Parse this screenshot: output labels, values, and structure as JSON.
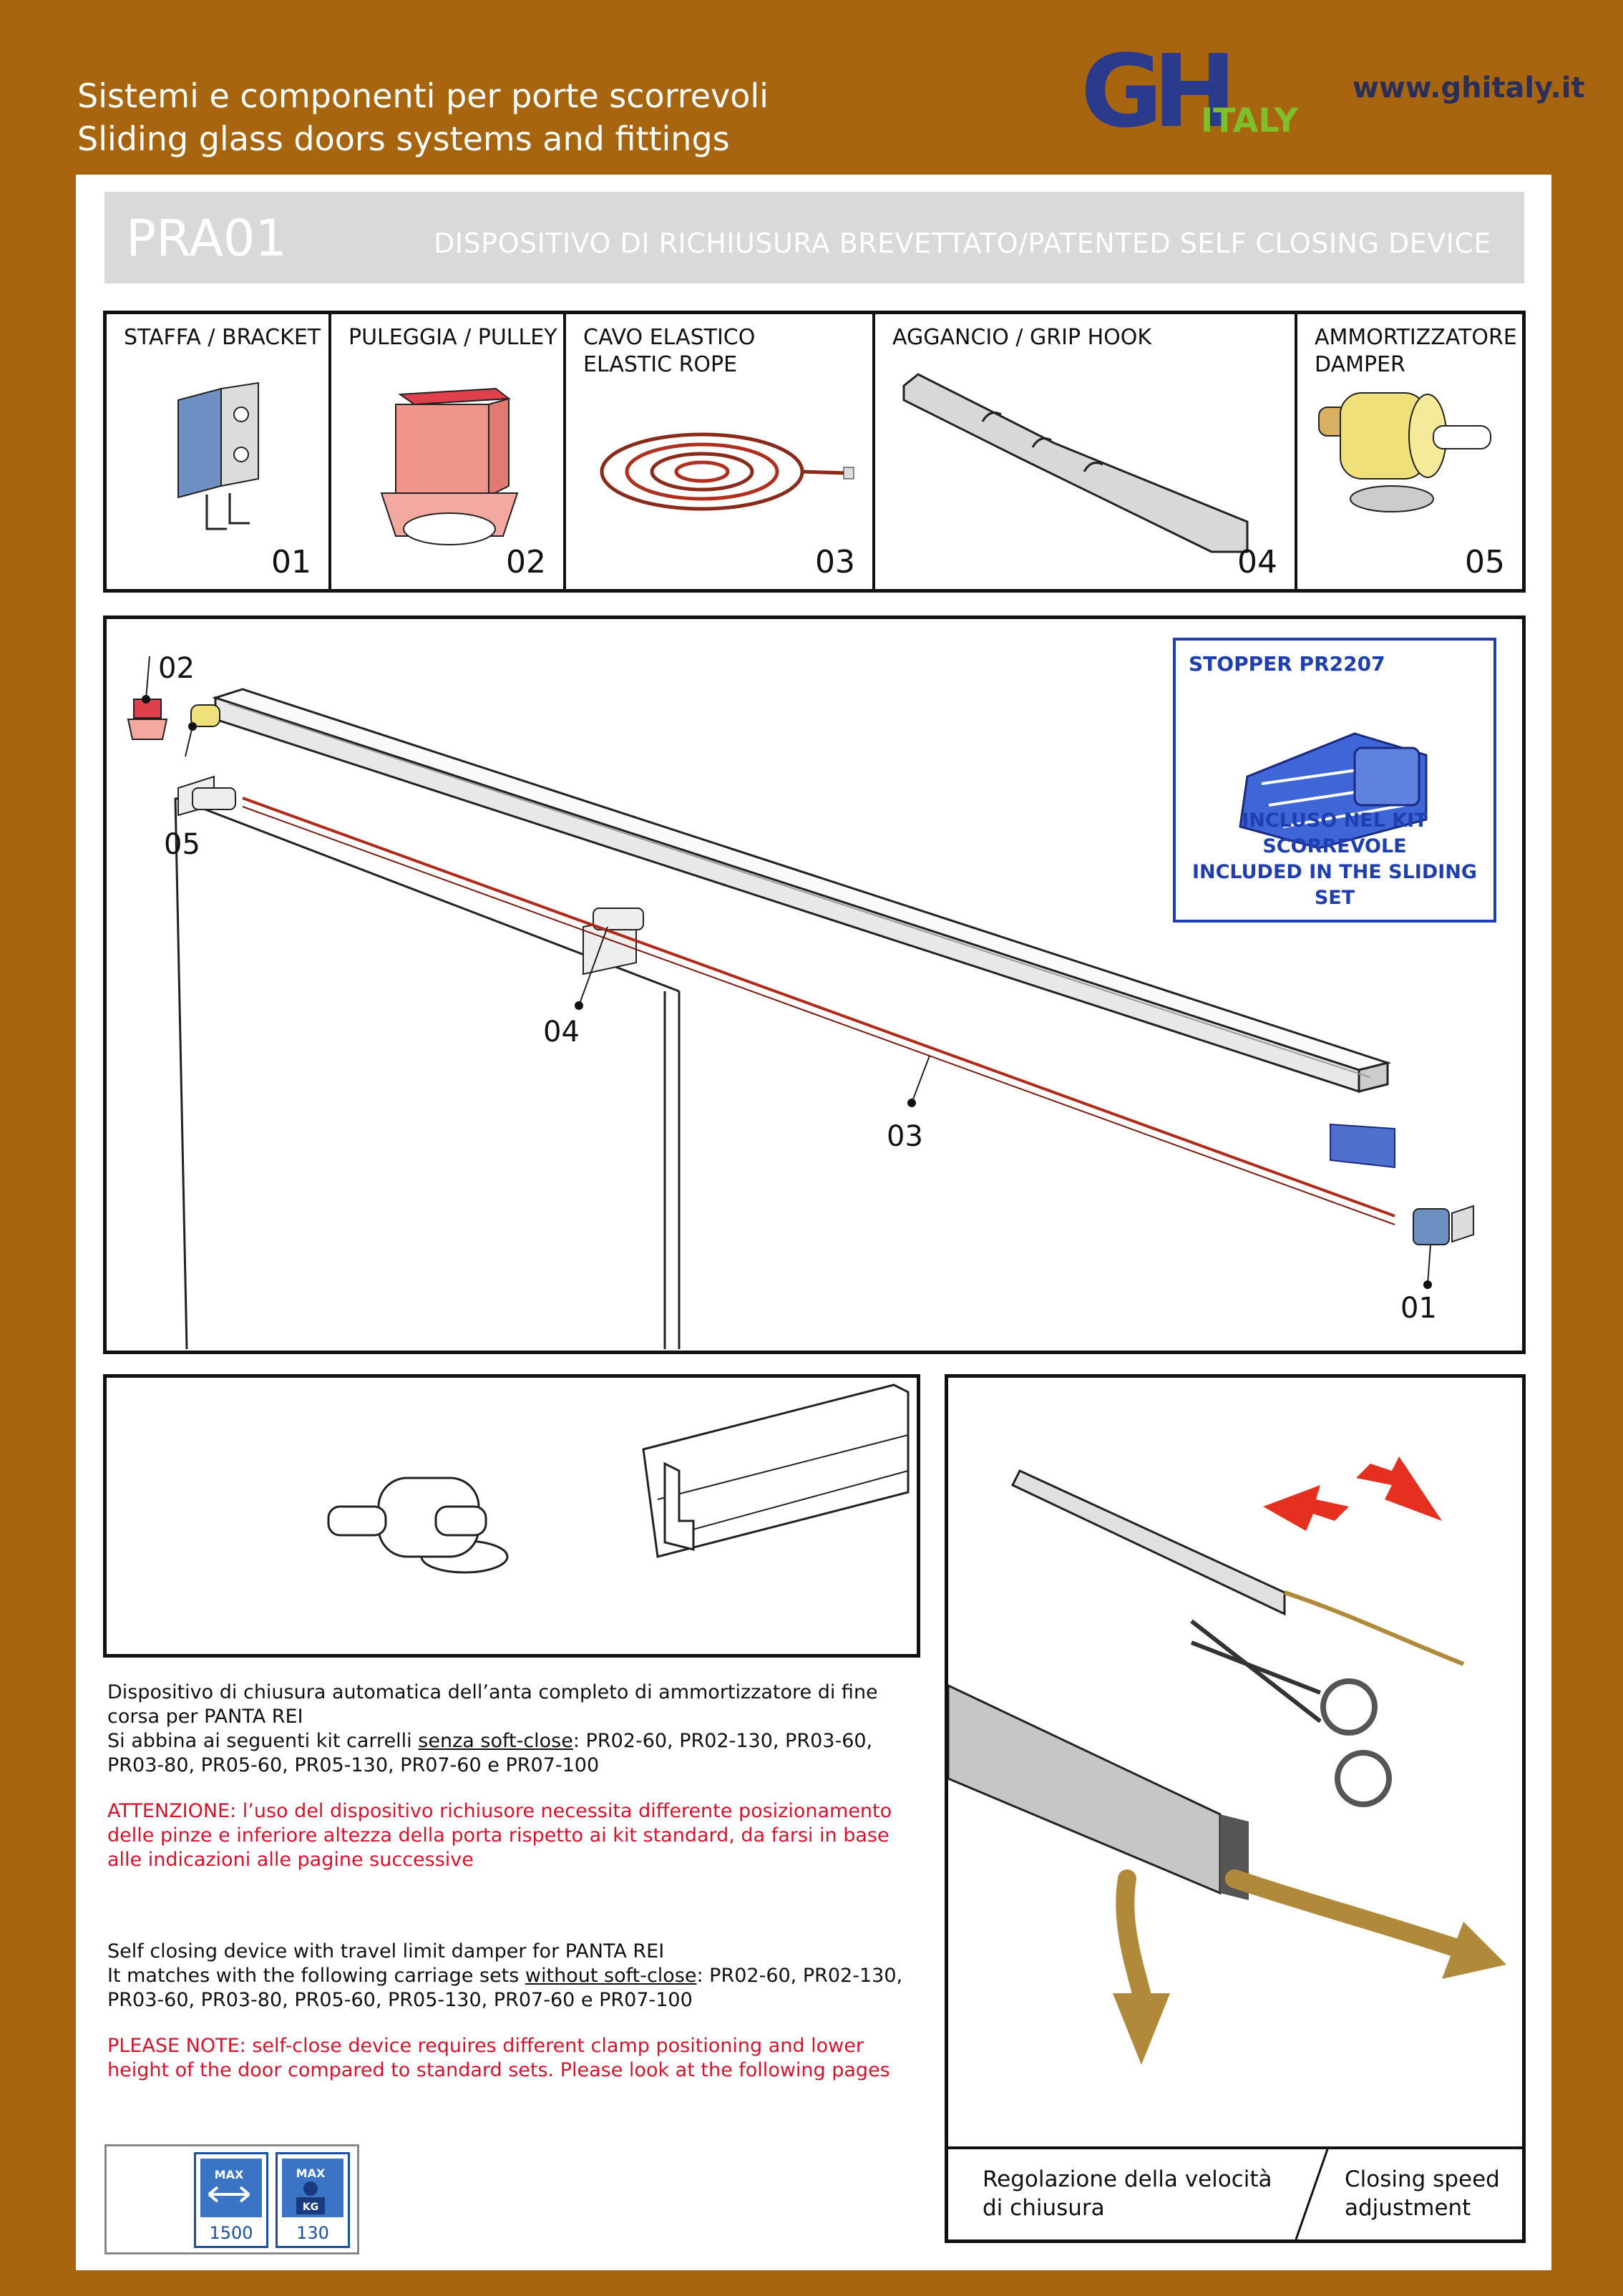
{
  "header": {
    "tagline_it": "Sistemi e componenti per porte scorrevoli",
    "tagline_en": "Sliding glass doors systems and fittings",
    "logo_text": "GHITALY",
    "website": "www.ghitaly.it"
  },
  "title": {
    "code": "PRA01",
    "description": "DISPOSITIVO DI RICHIUSURA BREVETTATO/PATENTED SELF CLOSING DEVICE"
  },
  "parts": [
    {
      "label": "STAFFA / BRACKET",
      "number": "01"
    },
    {
      "label": "PULEGGIA / PULLEY",
      "number": "02"
    },
    {
      "label": "CAVO ELASTICO\nELASTIC ROPE",
      "number": "03"
    },
    {
      "label": "AGGANCIO / GRIP HOOK",
      "number": "04"
    },
    {
      "label": "AMMORTIZZATORE\nDAMPER",
      "number": "05"
    }
  ],
  "assembly": {
    "callouts": [
      "02",
      "05",
      "04",
      "03",
      "01"
    ],
    "stopper_title": "STOPPER PR2207",
    "stopper_text_it": "INCLUSO NEL KIT SCORREVOLE",
    "stopper_text_en": "INCLUDED IN THE SLIDING SET"
  },
  "description": {
    "it_line1": "Dispositivo di chiusura automatica dell’anta completo di ammortizzatore di fine corsa per PANTA REI",
    "it_line2_pre": "Si abbina ai seguenti kit carrelli ",
    "it_line2_u": "senza soft-close",
    "it_line2_post": ": PR02-60, PR02-130, PR03-60, PR03-80, PR05-60, PR05-130, PR07-60 e PR07-100",
    "it_warning": "ATTENZIONE: l’uso del dispositivo richiusore necessita differente posizionamento delle pinze e inferiore altezza della porta rispetto ai kit standard, da farsi in base alle indicazioni alle pagine successive",
    "en_line1": "Self closing device with travel limit damper for PANTA REI",
    "en_line2_pre": "It matches with the following carriage sets ",
    "en_line2_u": "without soft-close",
    "en_line2_post": ": PR02-60, PR02-130, PR03-60, PR03-80, PR05-60, PR05-130, PR07-60 e PR07-100",
    "en_warning": "PLEASE NOTE: self-close device requires different clamp positioning and lower height of the door compared to standard sets. Please look at the following pages"
  },
  "adjustment": {
    "caption_it": "Regolazione della velocità di chiusura",
    "caption_en": "Closing speed adjustment"
  },
  "badges": [
    {
      "top": "MAX",
      "value": "1500",
      "icon": "width-arrows-icon"
    },
    {
      "top": "MAX",
      "unit": "KG",
      "value": "130",
      "icon": "weight-icon"
    }
  ],
  "colors": {
    "frame": "#a8650f",
    "warning": "#d6122c",
    "stopper_blue": "#1f3fb0",
    "rope": "#b02a1a",
    "logo_blue": "#2a3a8c",
    "logo_green": "#7ec02a"
  }
}
